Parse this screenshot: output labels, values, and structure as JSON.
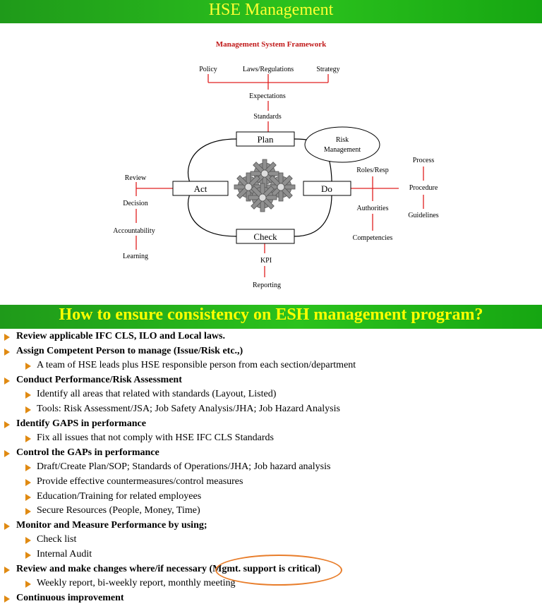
{
  "header": {
    "title": "HSE Management"
  },
  "diagram": {
    "title": "Management System Framework",
    "inputs": [
      "Policy",
      "Laws/Regulations",
      "Strategy"
    ],
    "expectations": "Expectations",
    "standards": "Standards",
    "plan": "Plan",
    "do": "Do",
    "check": "Check",
    "act": "Act",
    "risk_management_line1": "Risk",
    "risk_management_line2": "Management",
    "roles": "Roles/Resp",
    "authorities": "Authorities",
    "competencies": "Competencies",
    "process": "Process",
    "procedure": "Procedure",
    "guidelines": "Guidelines",
    "review": "Review",
    "decision": "Decision",
    "accountability": "Accountability",
    "learning": "Learning",
    "kpi": "KPI",
    "reporting": "Reporting"
  },
  "section": {
    "title": "How to ensure consistency on ESH management program?"
  },
  "bullets": [
    {
      "level": 1,
      "text": "Review applicable IFC CLS, ILO and Local laws."
    },
    {
      "level": 1,
      "text": "Assign Competent Person to manage (Issue/Risk etc.,)"
    },
    {
      "level": 2,
      "text": "A team of HSE leads plus HSE responsible person from each section/department"
    },
    {
      "level": 1,
      "text": "Conduct Performance/Risk Assessment"
    },
    {
      "level": 2,
      "text": "Identify all areas that related with standards (Layout, Listed)"
    },
    {
      "level": 2,
      "text": "Tools: Risk Assessment/JSA; Job Safety Analysis/JHA; Job Hazard Analysis"
    },
    {
      "level": 1,
      "text": "Identify GAPS in performance"
    },
    {
      "level": 2,
      "text": "Fix all issues that not comply with HSE IFC CLS Standards"
    },
    {
      "level": 1,
      "text": "Control the GAPs in performance"
    },
    {
      "level": 2,
      "text": "Draft/Create Plan/SOP; Standards of Operations/JHA; Job hazard analysis"
    },
    {
      "level": 2,
      "text": "Provide effective countermeasures/control measures"
    },
    {
      "level": 2,
      "text": "Education/Training for related employees"
    },
    {
      "level": 2,
      "text": "Secure Resources (People, Money, Time)"
    },
    {
      "level": 1,
      "text": "Monitor and Measure Performance by using;"
    },
    {
      "level": 2,
      "text": "Check list"
    },
    {
      "level": 2,
      "text": "Internal Audit"
    },
    {
      "level": 1,
      "text": "Review and make changes where/if  necessary (Mgmt. support is critical)"
    },
    {
      "level": 2,
      "text": "Weekly report, bi-weekly report, monthly meeting"
    },
    {
      "level": 1,
      "text": "Continuous improvement"
    }
  ],
  "colors": {
    "banner": "#22b21a",
    "title_yellow": "#ffff00",
    "bullet_arrow": "#e08a12",
    "diagram_red": "#e02020",
    "highlight_ellipse": "#e87d2a"
  }
}
